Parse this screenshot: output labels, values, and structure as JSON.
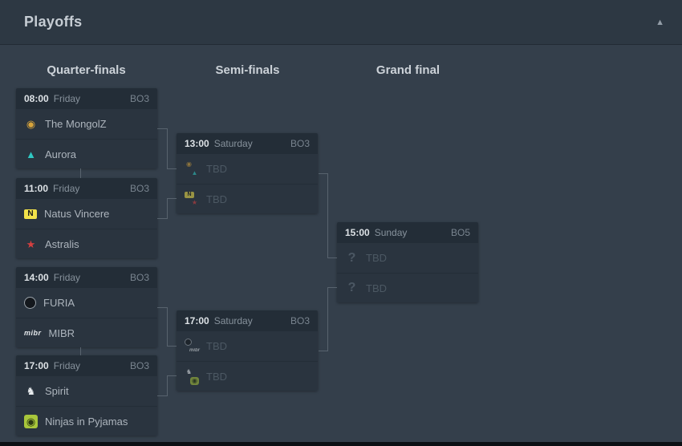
{
  "panel": {
    "title": "Playoffs",
    "collapse_icon": "▲"
  },
  "rounds": [
    {
      "label": "Quarter-finals"
    },
    {
      "label": "Semi-finals"
    },
    {
      "label": "Grand final"
    }
  ],
  "bracket": {
    "quarterfinals": [
      {
        "time": "08:00",
        "day": "Friday",
        "format": "BO3",
        "teams": [
          {
            "name": "The MongolZ"
          },
          {
            "name": "Aurora"
          }
        ]
      },
      {
        "time": "11:00",
        "day": "Friday",
        "format": "BO3",
        "teams": [
          {
            "name": "Natus Vincere"
          },
          {
            "name": "Astralis"
          }
        ]
      },
      {
        "time": "14:00",
        "day": "Friday",
        "format": "BO3",
        "teams": [
          {
            "name": "FURIA"
          },
          {
            "name": "MIBR"
          }
        ]
      },
      {
        "time": "17:00",
        "day": "Friday",
        "format": "BO3",
        "teams": [
          {
            "name": "Spirit"
          },
          {
            "name": "Ninjas in Pyjamas"
          }
        ]
      }
    ],
    "semifinals": [
      {
        "time": "13:00",
        "day": "Saturday",
        "format": "BO3",
        "teams": [
          {
            "name": "TBD"
          },
          {
            "name": "TBD"
          }
        ]
      },
      {
        "time": "17:00",
        "day": "Saturday",
        "format": "BO3",
        "teams": [
          {
            "name": "TBD"
          },
          {
            "name": "TBD"
          }
        ]
      }
    ],
    "grandfinal": [
      {
        "time": "15:00",
        "day": "Sunday",
        "format": "BO5",
        "teams": [
          {
            "name": "TBD"
          },
          {
            "name": "TBD"
          }
        ]
      }
    ]
  },
  "icons": {
    "mongolz": {
      "text": "◉",
      "color": "#d7a43c"
    },
    "aurora": {
      "text": "▲",
      "color": "#2fc8c3"
    },
    "navi": {
      "text": "N",
      "color": "#15181a",
      "bg": "#f2e24a",
      "radius": "2px"
    },
    "astralis": {
      "text": "★",
      "color": "#d64040"
    },
    "furia": {
      "text": "",
      "color": "#14181d",
      "bg": "#14181d",
      "border": "#9aa2a9",
      "radius": "50%"
    },
    "mibr": {
      "text": "mibr",
      "color": "#e6eaed"
    },
    "spirit": {
      "text": "♞",
      "color": "#e8ecef"
    },
    "nip": {
      "text": "◉",
      "color": "#2c3a12",
      "bg": "#a8c63b",
      "radius": "3px"
    },
    "unknown": {
      "text": "?",
      "color": "#57636f"
    }
  }
}
